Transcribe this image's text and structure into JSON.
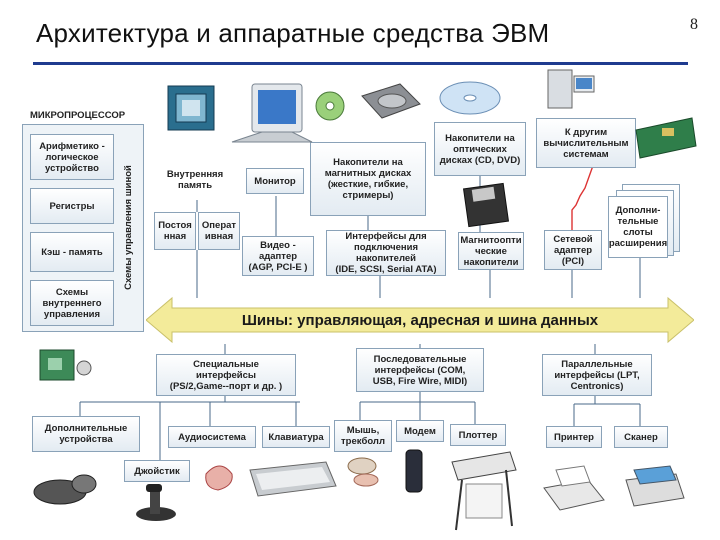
{
  "title": "Архитектура и аппаратные средства ЭВМ",
  "page_number": "8",
  "cpu": {
    "label": "МИКРОПРОЦЕССОР",
    "vertical": "Схемы управления шиной",
    "items": [
      "Арифметико -\nлогическое\nустройство",
      "Регистры",
      "Кэш - память",
      "Схемы\nвнутреннего\nуправления"
    ]
  },
  "boxes": {
    "internal_memory": "Внутренняя\nпамять",
    "rom": "Постоя\nнная",
    "ram": "Операт\nивная",
    "monitor": "Монитор",
    "video_adapter": "Видео -\nадаптер\n(AGP, PCI-E )",
    "magnetic_drives": "Накопители на\nмагнитных дисках\n(жесткие, гибкие,\nстримеры)",
    "optical_drives": "Накопители на\nоптических\nдисках (CD, DVD)",
    "other_systems": "К другим\nвычислительным\nсистемам",
    "drive_interfaces": "Интерфейсы для\nподключения\nнакопителей\n(IDE, SCSI, Serial ATA)",
    "magneto_optical": "Магнитоопти\nческие\nнакопители",
    "network_adapter": "Сетевой\nадаптер\n(PCI)",
    "expansion_slots": "Дополни-\nтельные\nслоты\nрасширения",
    "bus": "Шины: управляющая, адресная и шина данных",
    "special_interfaces": "Специальные\nинтерфейсы\n(PS/2,Game--порт и др. )",
    "serial_interfaces": "Последовательные\nинтерфейсы (COM,\nUSB, Fire Wire, MIDI)",
    "parallel_interfaces": "Параллельные\nинтерфейсы (LPT,\nCentronics)",
    "extra_devices": "Дополнительные\nустройства",
    "audio": "Аудиосистема",
    "keyboard": "Клавиатура",
    "mouse": "Мышь,\nтрекболл",
    "modem": "Модем",
    "plotter": "Плоттер",
    "printer": "Принтер",
    "scanner": "Сканер",
    "joystick": "Джойстик"
  },
  "colors": {
    "accent": "#1f3b8f",
    "bus_fill": "#f3eb9a",
    "box_border": "#8aa2b8",
    "line": "#4a6a8a"
  }
}
